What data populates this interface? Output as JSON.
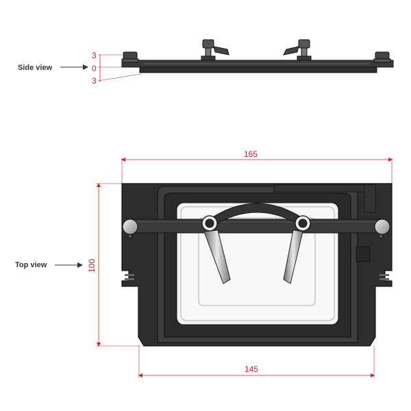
{
  "labels": {
    "side_view": "Side view",
    "top_view": "Top view"
  },
  "side_dimensions": {
    "upper": "3",
    "center": "0",
    "lower": "3"
  },
  "top_dimensions": {
    "width_outer": "165",
    "width_inner": "145",
    "height": "100"
  },
  "colors": {
    "dimension": "#c0282d",
    "body": "#2b2b2b",
    "outline": "#111111"
  }
}
